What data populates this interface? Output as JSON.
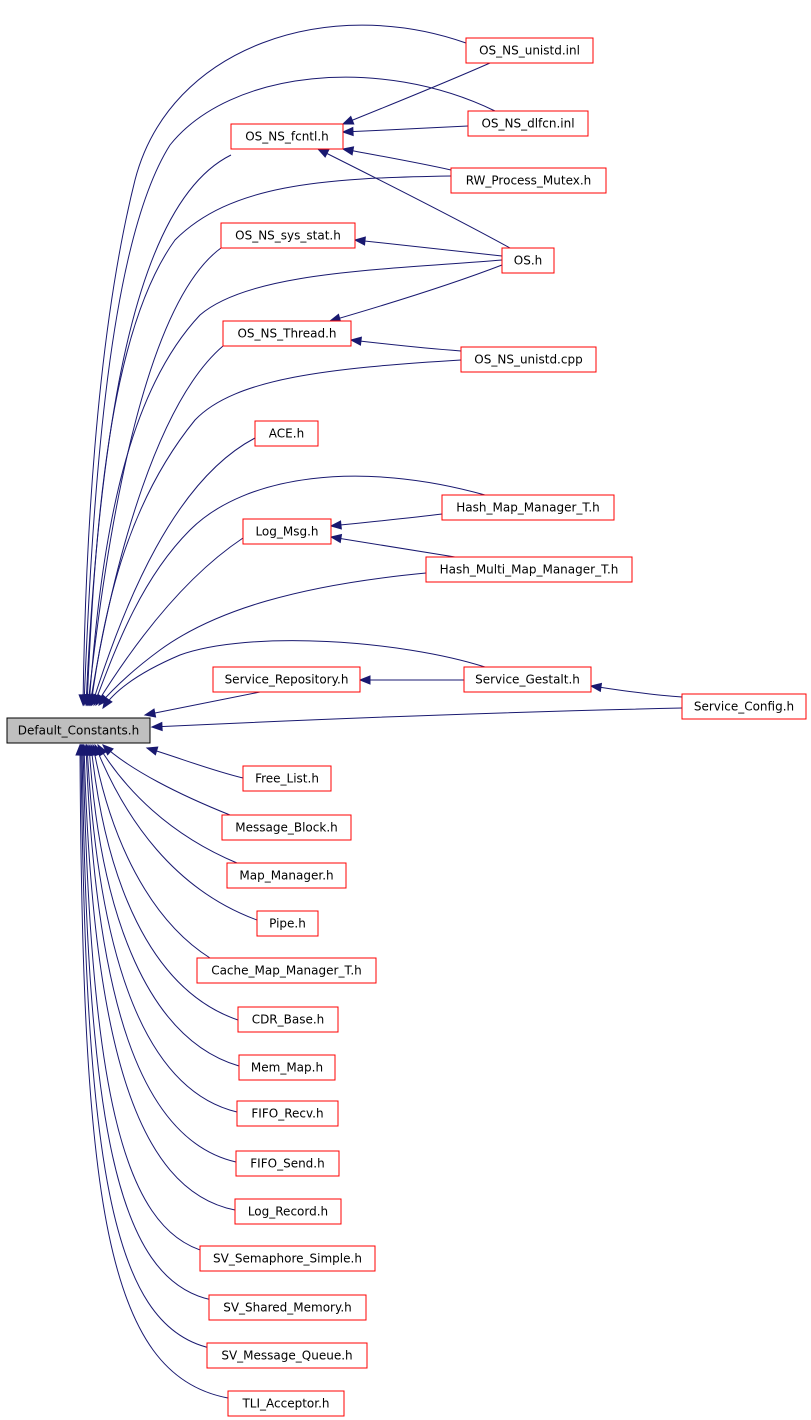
{
  "root": {
    "id": "default_constants",
    "label": "Default_Constants.h"
  },
  "nodes": [
    {
      "id": "os_ns_unistd_inl",
      "label": "OS_NS_unistd.inl"
    },
    {
      "id": "os_ns_fcntl",
      "label": "OS_NS_fcntl.h"
    },
    {
      "id": "os_ns_dlfcn_inl",
      "label": "OS_NS_dlfcn.inl"
    },
    {
      "id": "rw_process_mutex",
      "label": "RW_Process_Mutex.h"
    },
    {
      "id": "os_ns_sys_stat",
      "label": "OS_NS_sys_stat.h"
    },
    {
      "id": "os_h",
      "label": "OS.h"
    },
    {
      "id": "os_ns_thread",
      "label": "OS_NS_Thread.h"
    },
    {
      "id": "os_ns_unistd_cpp",
      "label": "OS_NS_unistd.cpp"
    },
    {
      "id": "ace_h",
      "label": "ACE.h"
    },
    {
      "id": "hash_map_manager_t",
      "label": "Hash_Map_Manager_T.h"
    },
    {
      "id": "log_msg",
      "label": "Log_Msg.h"
    },
    {
      "id": "hash_multi_map_manager_t",
      "label": "Hash_Multi_Map_Manager_T.h"
    },
    {
      "id": "service_repository",
      "label": "Service_Repository.h"
    },
    {
      "id": "service_gestalt",
      "label": "Service_Gestalt.h"
    },
    {
      "id": "service_config",
      "label": "Service_Config.h"
    },
    {
      "id": "free_list",
      "label": "Free_List.h"
    },
    {
      "id": "message_block",
      "label": "Message_Block.h"
    },
    {
      "id": "map_manager",
      "label": "Map_Manager.h"
    },
    {
      "id": "pipe_h",
      "label": "Pipe.h"
    },
    {
      "id": "cache_map_manager_t",
      "label": "Cache_Map_Manager_T.h"
    },
    {
      "id": "cdr_base",
      "label": "CDR_Base.h"
    },
    {
      "id": "mem_map",
      "label": "Mem_Map.h"
    },
    {
      "id": "fifo_recv",
      "label": "FIFO_Recv.h"
    },
    {
      "id": "fifo_send",
      "label": "FIFO_Send.h"
    },
    {
      "id": "log_record",
      "label": "Log_Record.h"
    },
    {
      "id": "sv_semaphore_simple",
      "label": "SV_Semaphore_Simple.h"
    },
    {
      "id": "sv_shared_memory",
      "label": "SV_Shared_Memory.h"
    },
    {
      "id": "sv_message_queue",
      "label": "SV_Message_Queue.h"
    },
    {
      "id": "tli_acceptor",
      "label": "TLI_Acceptor.h"
    }
  ],
  "edges": [
    {
      "from": "os_ns_unistd_inl",
      "to": "default_constants"
    },
    {
      "from": "os_ns_fcntl",
      "to": "default_constants"
    },
    {
      "from": "os_ns_dlfcn_inl",
      "to": "default_constants"
    },
    {
      "from": "rw_process_mutex",
      "to": "default_constants"
    },
    {
      "from": "os_ns_sys_stat",
      "to": "default_constants"
    },
    {
      "from": "os_h",
      "to": "default_constants"
    },
    {
      "from": "os_ns_thread",
      "to": "default_constants"
    },
    {
      "from": "os_ns_unistd_cpp",
      "to": "default_constants"
    },
    {
      "from": "ace_h",
      "to": "default_constants"
    },
    {
      "from": "hash_map_manager_t",
      "to": "default_constants"
    },
    {
      "from": "log_msg",
      "to": "default_constants"
    },
    {
      "from": "hash_multi_map_manager_t",
      "to": "default_constants"
    },
    {
      "from": "service_gestalt",
      "to": "default_constants"
    },
    {
      "from": "service_repository",
      "to": "default_constants"
    },
    {
      "from": "service_config",
      "to": "default_constants"
    },
    {
      "from": "free_list",
      "to": "default_constants"
    },
    {
      "from": "message_block",
      "to": "default_constants"
    },
    {
      "from": "map_manager",
      "to": "default_constants"
    },
    {
      "from": "pipe_h",
      "to": "default_constants"
    },
    {
      "from": "cache_map_manager_t",
      "to": "default_constants"
    },
    {
      "from": "cdr_base",
      "to": "default_constants"
    },
    {
      "from": "mem_map",
      "to": "default_constants"
    },
    {
      "from": "fifo_recv",
      "to": "default_constants"
    },
    {
      "from": "fifo_send",
      "to": "default_constants"
    },
    {
      "from": "log_record",
      "to": "default_constants"
    },
    {
      "from": "sv_semaphore_simple",
      "to": "default_constants"
    },
    {
      "from": "sv_shared_memory",
      "to": "default_constants"
    },
    {
      "from": "sv_message_queue",
      "to": "default_constants"
    },
    {
      "from": "tli_acceptor",
      "to": "default_constants"
    },
    {
      "from": "os_ns_unistd_inl",
      "to": "os_ns_fcntl"
    },
    {
      "from": "os_ns_dlfcn_inl",
      "to": "os_ns_fcntl"
    },
    {
      "from": "rw_process_mutex",
      "to": "os_ns_fcntl"
    },
    {
      "from": "os_h",
      "to": "os_ns_fcntl"
    },
    {
      "from": "os_h",
      "to": "os_ns_sys_stat"
    },
    {
      "from": "os_h",
      "to": "os_ns_thread"
    },
    {
      "from": "os_ns_unistd_cpp",
      "to": "os_ns_thread"
    },
    {
      "from": "hash_map_manager_t",
      "to": "log_msg"
    },
    {
      "from": "hash_multi_map_manager_t",
      "to": "log_msg"
    },
    {
      "from": "service_gestalt",
      "to": "service_repository"
    },
    {
      "from": "service_config",
      "to": "service_gestalt"
    }
  ]
}
